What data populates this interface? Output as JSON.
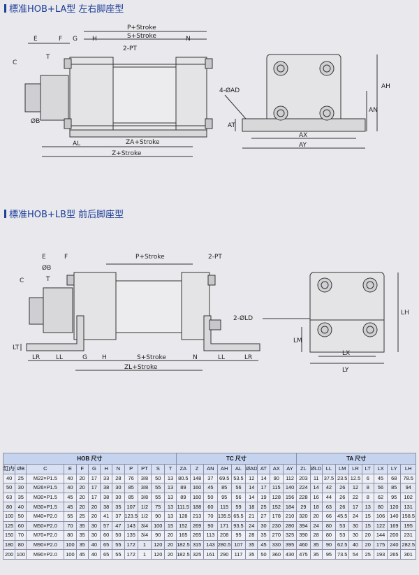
{
  "section1": {
    "title": "標准HOB+LA型 左右脚座型"
  },
  "section2": {
    "title": "標准HOB+LB型 前后脚座型"
  },
  "drawing1": {
    "labels": {
      "E": "E",
      "F": "F",
      "G": "G",
      "H": "H",
      "N": "N",
      "p_stroke": "P+Stroke",
      "s_stroke": "S+Stroke",
      "pt": "2-PT",
      "C": "C",
      "T": "T",
      "B": "ØB",
      "AL": "AL",
      "za_stroke": "ZA+Stroke",
      "z_stroke": "Z+Stroke",
      "ad": "4-ØAD",
      "AH": "AH",
      "AN": "AN",
      "AT": "AT",
      "AX": "AX",
      "AY": "AY"
    }
  },
  "drawing2": {
    "labels": {
      "E": "E",
      "F": "F",
      "B": "ØB",
      "C": "C",
      "T": "T",
      "p_stroke": "P+Stroke",
      "pt": "2-PT",
      "ld": "2-ØLD",
      "LT": "LT",
      "LR": "LR",
      "LL": "LL",
      "G": "G",
      "H": "H",
      "s_stroke": "S+Stroke",
      "N": "N",
      "LL2": "LL",
      "LR2": "LR",
      "zl_stroke": "ZL+Stroke",
      "LH": "LH",
      "LM": "LM",
      "LX": "LX",
      "LY": "LY"
    }
  },
  "table": {
    "groups": {
      "hob": "HOB 尺寸",
      "tc": "TC 尺寸",
      "ta": "TA 尺寸"
    },
    "columns": [
      "缸内徑",
      "ØB",
      "C",
      "E",
      "F",
      "G",
      "H",
      "N",
      "P",
      "PT",
      "S",
      "T",
      "ZA",
      "Z",
      "AN",
      "AH",
      "AL",
      "ØAD",
      "AT",
      "AX",
      "AY",
      "ZL",
      "ØLD",
      "LL",
      "LM",
      "LR",
      "LT",
      "LX",
      "LY",
      "LH"
    ],
    "rows": [
      [
        "40",
        "25",
        "M22×P1.5",
        "40",
        "20",
        "17",
        "33",
        "28",
        "76",
        "3/8",
        "50",
        "13",
        "80.5",
        "148",
        "37",
        "69.5",
        "53.5",
        "12",
        "14",
        "90",
        "112",
        "203",
        "11",
        "37.5",
        "23.5",
        "12.5",
        "6",
        "45",
        "68",
        "78.5"
      ],
      [
        "50",
        "30",
        "M26×P1.5",
        "40",
        "20",
        "17",
        "38",
        "30",
        "85",
        "3/8",
        "55",
        "13",
        "89",
        "160",
        "45",
        "85",
        "56",
        "14",
        "17",
        "115",
        "140",
        "224",
        "14",
        "42",
        "26",
        "12",
        "8",
        "56",
        "85",
        "94"
      ],
      [
        "63",
        "35",
        "M30×P1.5",
        "45",
        "20",
        "17",
        "38",
        "30",
        "85",
        "3/8",
        "55",
        "13",
        "89",
        "160",
        "50",
        "95",
        "56",
        "14",
        "19",
        "128",
        "156",
        "228",
        "16",
        "44",
        "26",
        "22",
        "8",
        "62",
        "95",
        "102"
      ],
      [
        "80",
        "40",
        "M30×P1.5",
        "45",
        "20",
        "20",
        "38",
        "35",
        "107",
        "1/2",
        "75",
        "13",
        "111.5",
        "188",
        "60",
        "115",
        "59",
        "18",
        "25",
        "152",
        "184",
        "29",
        "18",
        "63",
        "26",
        "17",
        "13",
        "80",
        "120",
        "131"
      ],
      [
        "100",
        "50",
        "M40×P2.0",
        "55",
        "25",
        "20",
        "41",
        "37",
        "123.5",
        "1/2",
        "90",
        "13",
        "128",
        "213",
        "70",
        "135.5",
        "65.5",
        "21",
        "27",
        "178",
        "210",
        "320",
        "20",
        "66",
        "45.5",
        "24",
        "15",
        "106",
        "140",
        "158.5"
      ],
      [
        "125",
        "60",
        "M50×P2.0",
        "70",
        "35",
        "30",
        "57",
        "47",
        "143",
        "3/4",
        "100",
        "15",
        "152",
        "269",
        "90",
        "171",
        "93.5",
        "24",
        "30",
        "230",
        "280",
        "394",
        "24",
        "80",
        "53",
        "30",
        "15",
        "122",
        "169",
        "195"
      ],
      [
        "150",
        "70",
        "M70×P2.0",
        "80",
        "35",
        "30",
        "60",
        "50",
        "135",
        "3/4",
        "90",
        "20",
        "165",
        "265",
        "113",
        "208",
        "95",
        "28",
        "35",
        "270",
        "325",
        "390",
        "28",
        "80",
        "53",
        "30",
        "20",
        "144",
        "200",
        "231"
      ],
      [
        "180",
        "80",
        "M90×P2.0",
        "100",
        "35",
        "40",
        "65",
        "55",
        "172",
        "1",
        "120",
        "20",
        "182.5",
        "315",
        "143",
        "280.5",
        "107",
        "35",
        "45",
        "330",
        "395",
        "460",
        "35",
        "90",
        "62.5",
        "40",
        "20",
        "175",
        "240",
        "282.5"
      ],
      [
        "200",
        "100",
        "M90×P2.0",
        "100",
        "45",
        "40",
        "65",
        "55",
        "172",
        "1",
        "120",
        "20",
        "182.5",
        "325",
        "161",
        "290",
        "117",
        "35",
        "50",
        "360",
        "430",
        "475",
        "35",
        "95",
        "73.5",
        "54",
        "25",
        "193",
        "265",
        "301"
      ]
    ]
  }
}
